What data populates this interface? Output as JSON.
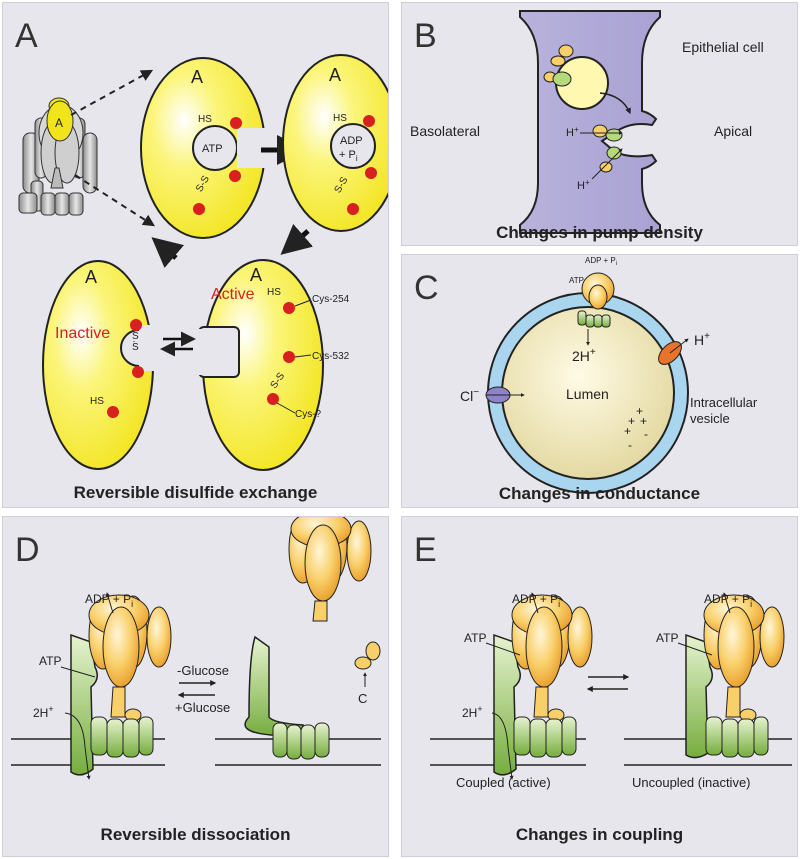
{
  "panels": {
    "a": {
      "letter": "A",
      "title": "Reversible disulfide exchange",
      "subunit_label": "A",
      "atp": "ATP",
      "adp": "ADP",
      "adp_pi": "+ P",
      "pi_sub": "i",
      "hs": "HS",
      "ss": "S-S",
      "s": "S",
      "inactive": "Inactive",
      "active": "Active",
      "cys254": "Cys-254",
      "cys532": "Cys-532",
      "cys_unknown": "Cys-?"
    },
    "b": {
      "letter": "B",
      "title": "Changes in pump density",
      "epithelial": "Epithelial cell",
      "basolateral": "Basolateral",
      "apical": "Apical",
      "h": "H",
      "plus": "+"
    },
    "c": {
      "letter": "C",
      "title": "Changes in conductance",
      "adp_pi": "ADP + P",
      "pi_sub": "i",
      "atp": "ATP",
      "two_h": "2H",
      "plus": "+",
      "h": "H",
      "cl": "Cl",
      "minus": "−",
      "lumen": "Lumen",
      "vesicle_1": "Intracellular",
      "vesicle_2": "vesicle",
      "charge_plus": "+",
      "charge_minus": "-"
    },
    "d": {
      "letter": "D",
      "title": "Reversible dissociation",
      "adp_pi": "ADP + P",
      "pi_sub": "i",
      "atp": "ATP",
      "two_h": "2H",
      "plus": "+",
      "minus_glucose": "-Glucose",
      "plus_glucose": "+Glucose",
      "c": "C"
    },
    "e": {
      "letter": "E",
      "title": "Changes in coupling",
      "adp_pi": "ADP + P",
      "pi_sub": "i",
      "atp": "ATP",
      "two_h": "2H",
      "plus": "+",
      "coupled": "Coupled (active)",
      "uncoupled": "Uncoupled (inactive)"
    }
  },
  "colors": {
    "yellow": "#f5ec1e",
    "red": "#d82020",
    "green": "#8fc04a",
    "orange": "#f3b63e",
    "lavender": "#b9b3dd",
    "light_blue": "#a9d6ee",
    "panel_bg": "#e7e6ed"
  }
}
